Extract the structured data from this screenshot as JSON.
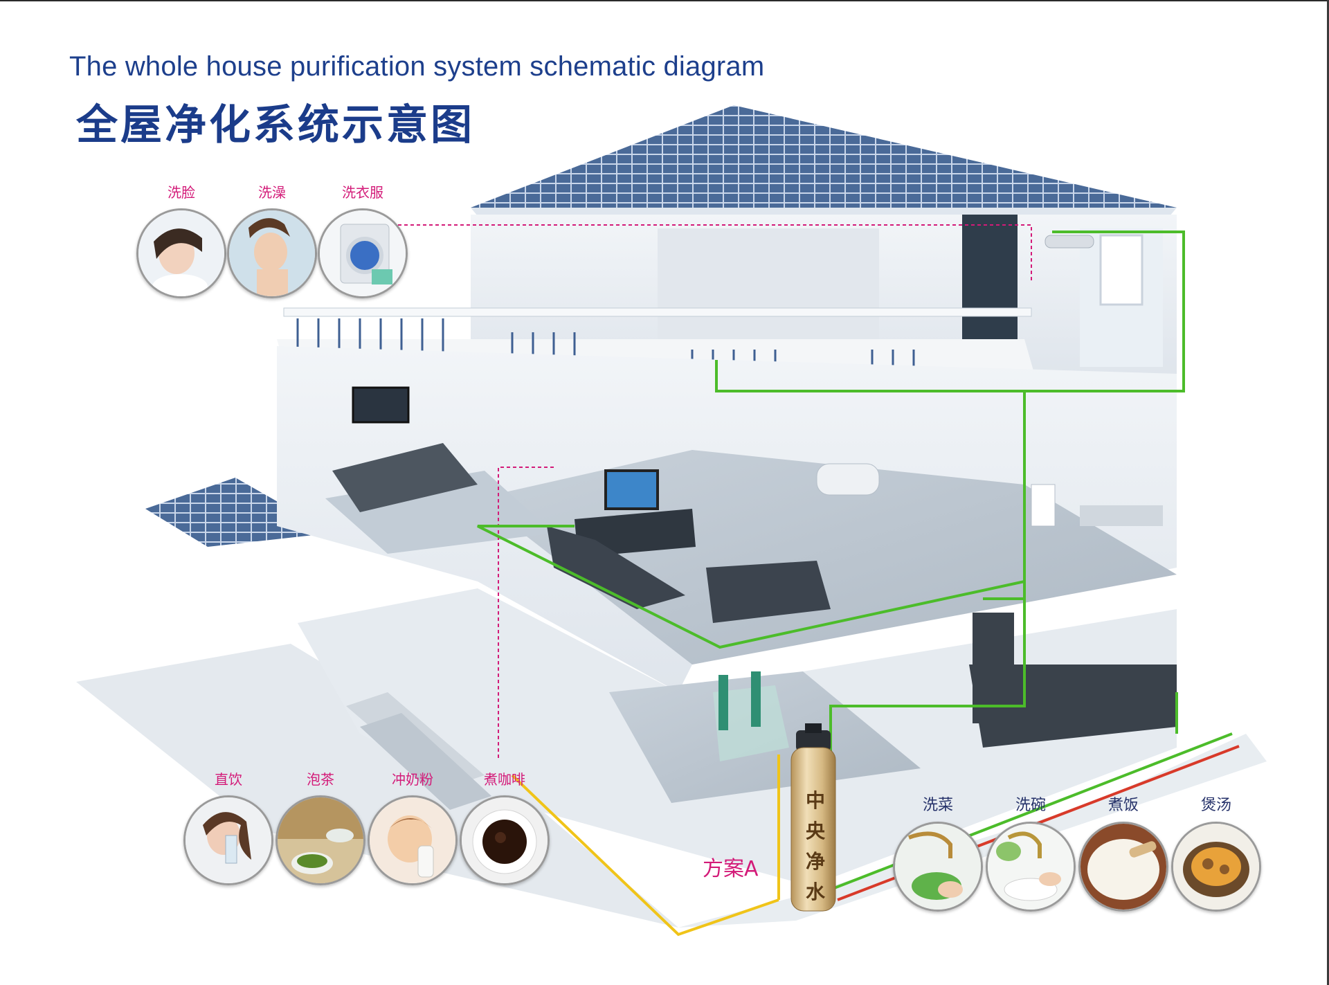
{
  "title": {
    "english": "The whole house purification system schematic diagram",
    "chinese": "全屋净化系统示意图"
  },
  "upper_uses": [
    {
      "label": "洗脸",
      "icon": "face-washing-icon"
    },
    {
      "label": "洗澡",
      "icon": "shower-icon"
    },
    {
      "label": "洗衣服",
      "icon": "washing-machine-icon"
    }
  ],
  "drinking_uses": [
    {
      "label": "直饮",
      "icon": "drinking-water-icon"
    },
    {
      "label": "泡茶",
      "icon": "tea-icon"
    },
    {
      "label": "冲奶粉",
      "icon": "baby-milk-icon"
    },
    {
      "label": "煮咖啡",
      "icon": "coffee-icon"
    }
  ],
  "kitchen_uses": [
    {
      "label": "洗菜",
      "icon": "vegetable-washing-icon"
    },
    {
      "label": "洗碗",
      "icon": "dish-washing-icon"
    },
    {
      "label": "煮饭",
      "icon": "rice-cooking-icon"
    },
    {
      "label": "煲汤",
      "icon": "soup-icon"
    }
  ],
  "plan_label": "方案A",
  "purifier_label": "中央净水",
  "colors": {
    "title": "#1d3f8c",
    "use_label": "#d31a78",
    "kitchen_label": "#26326a",
    "pipe_green": "#4cbc2a",
    "pipe_yellow": "#f0c419",
    "pipe_red": "#d83a2a",
    "dotted_line": "#d31a78",
    "roof": "#3f5f8e"
  }
}
